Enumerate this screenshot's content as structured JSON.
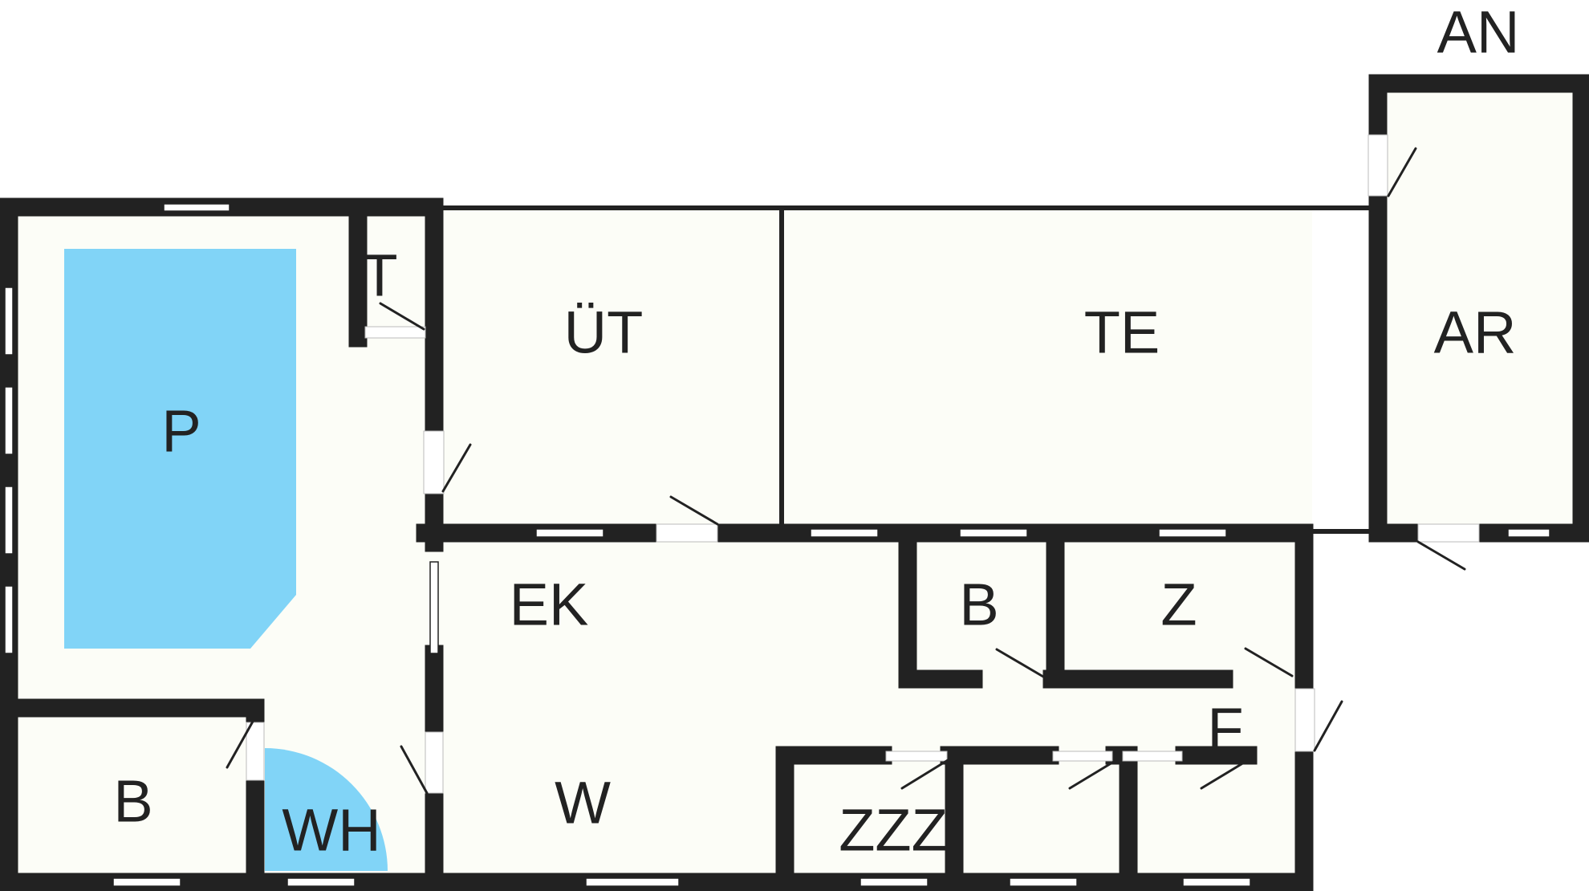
{
  "colors": {
    "wall": "#222222",
    "floor": "#fcfdf7",
    "water": "#81d4f7",
    "opening": "#ffffff"
  },
  "labels": {
    "an": "AN",
    "ar": "AR",
    "te": "TE",
    "ut": "ÜT",
    "t": "T",
    "p": "P",
    "ek": "EK",
    "b_small": "B",
    "z": "Z",
    "f": "F",
    "b_large": "B",
    "wh": "WH",
    "w": "W",
    "zzz": "ZZZ"
  }
}
